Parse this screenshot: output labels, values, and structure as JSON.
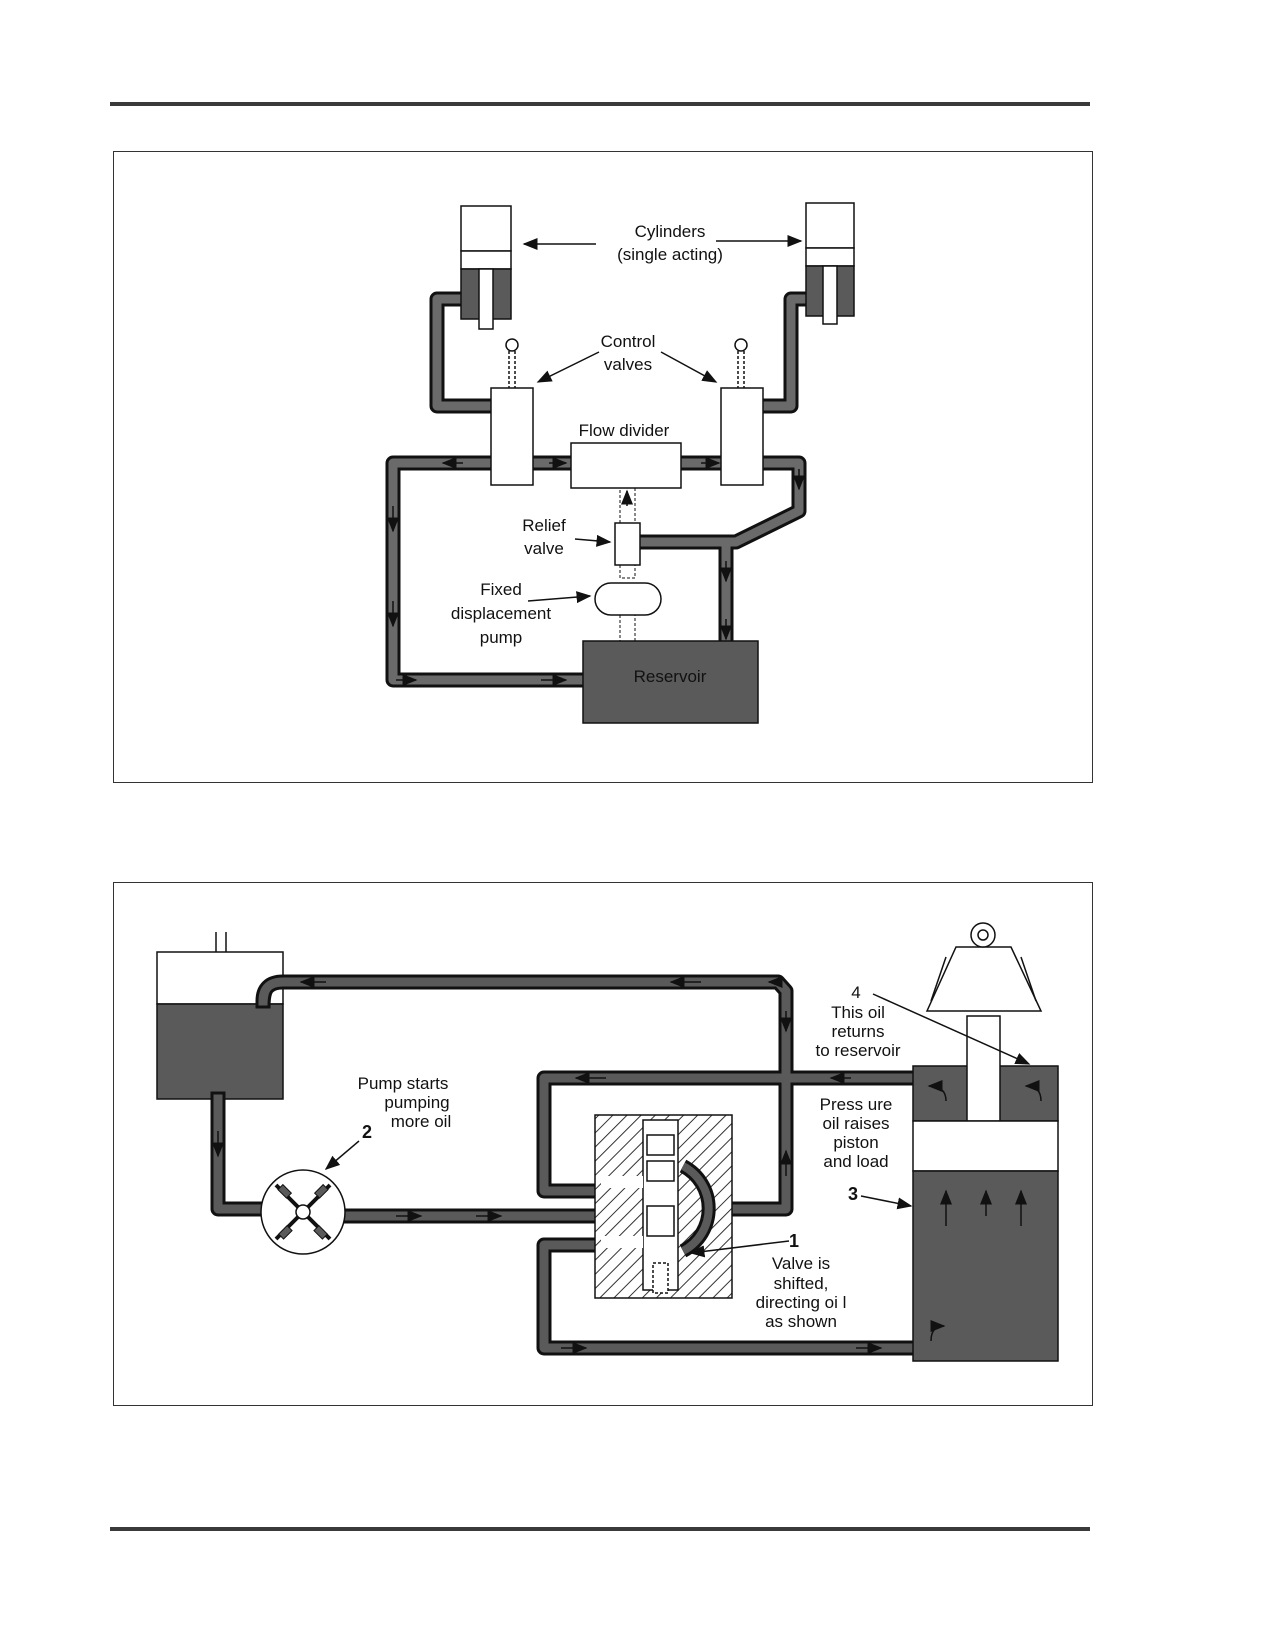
{
  "figure_top": {
    "labels": {
      "cylinders_line1": "Cylinders",
      "cylinders_line2": "(single acting)",
      "control_line1": "Control",
      "control_line2": "valves",
      "flow_divider": "Flow divider",
      "relief_line1": "Relief",
      "relief_line2": "valve",
      "pump_line1": "Fixed",
      "pump_line2": "displacement",
      "pump_line3": "pump",
      "reservoir": "Reservoir"
    }
  },
  "figure_bottom": {
    "labels": {
      "pump_line1": "Pump starts",
      "pump_line2": "pumping",
      "pump_line3": "more oil",
      "marker_1": "1",
      "marker_2": "2",
      "marker_3": "3",
      "marker_4": "4",
      "return_line1": "This oil",
      "return_line2": "returns",
      "return_line3": "to reservoir",
      "pressure_line1": "Press ure",
      "pressure_line2": "oil raises",
      "pressure_line3": "piston",
      "pressure_line4": "and load",
      "valve_line1": "Valve is",
      "valve_line2": "shifted,",
      "valve_line3": "directing oi l",
      "valve_line4": "as shown"
    }
  },
  "colors": {
    "oil": "#5a5a5a",
    "line": "#111111",
    "hatch": "#333333"
  }
}
